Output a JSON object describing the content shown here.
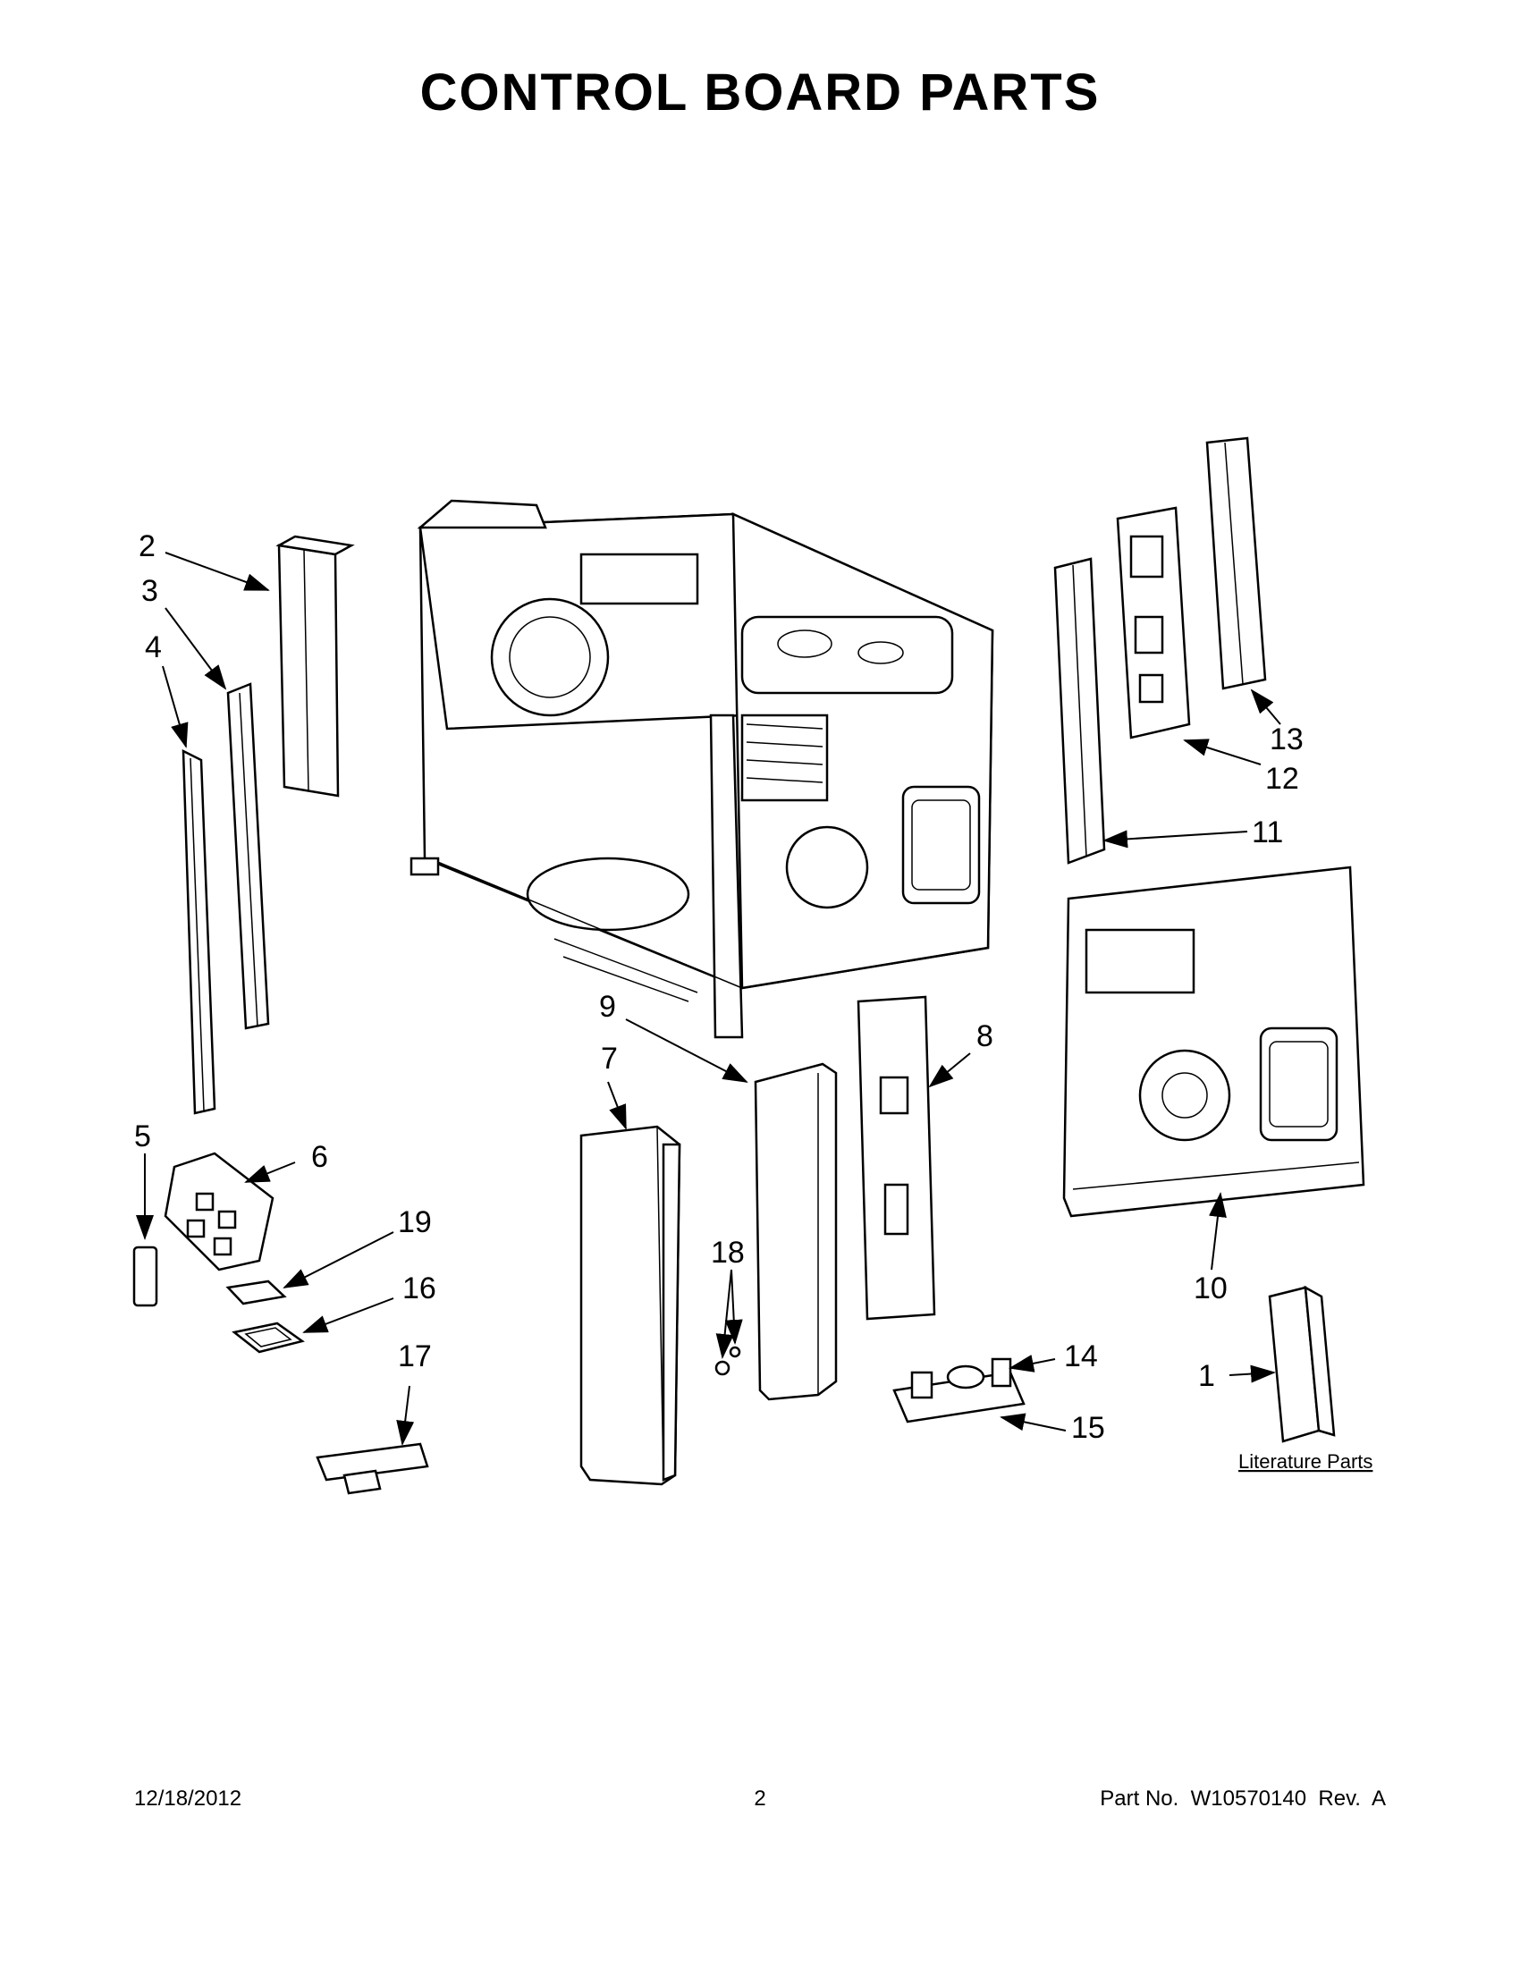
{
  "page": {
    "title": "CONTROL BOARD PARTS",
    "footer_date": "12/18/2012",
    "footer_page": "2",
    "footer_part": "Part No.  W10570140  Rev.  A"
  },
  "callouts": [
    "1",
    "2",
    "3",
    "4",
    "5",
    "6",
    "7",
    "8",
    "9",
    "10",
    "11",
    "12",
    "13",
    "14",
    "15",
    "16",
    "17",
    "18",
    "19"
  ],
  "literature_label": "Literature Parts"
}
